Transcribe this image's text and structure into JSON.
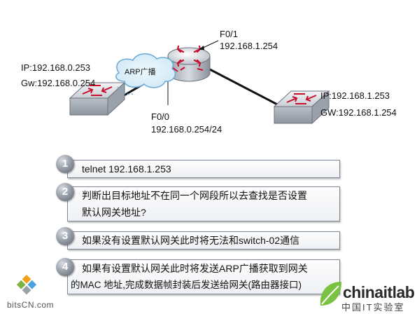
{
  "router": {
    "f0_1_port": "F0/1",
    "f0_1_ip": "192.168.1.254",
    "f0_0_port": "F0/0",
    "f0_0_ip": "192.168.0.254/24"
  },
  "switch_left": {
    "ip": "IP:192.168.0.253",
    "gw": "Gw:192.168.0.254"
  },
  "switch_right": {
    "ip": "IP:192.168.1.253",
    "gw": "GW:192.168.1.254"
  },
  "cloud": {
    "label": "ARP广播"
  },
  "steps": [
    {
      "num": "1",
      "line1": "telnet 192.168.1.253",
      "line2": ""
    },
    {
      "num": "2",
      "line1": "判断出目标地址不在同一个网段所以去查找是否设置",
      "line2": "默认网关地址?"
    },
    {
      "num": "3",
      "line1": "如果没有设置默认网关此时将无法和switch-02通信",
      "line2": ""
    },
    {
      "num": "4",
      "line1": "如果有设置默认网关此时将发送ARP广播获取到网关",
      "line2": "的MAC 地址,完成数据帧封装后发送给网关(路由器接口)"
    }
  ],
  "watermark": {
    "left": "bitsCN.com",
    "right_brand": "chinaitlab",
    "right_sub": "中国IT实验室"
  }
}
